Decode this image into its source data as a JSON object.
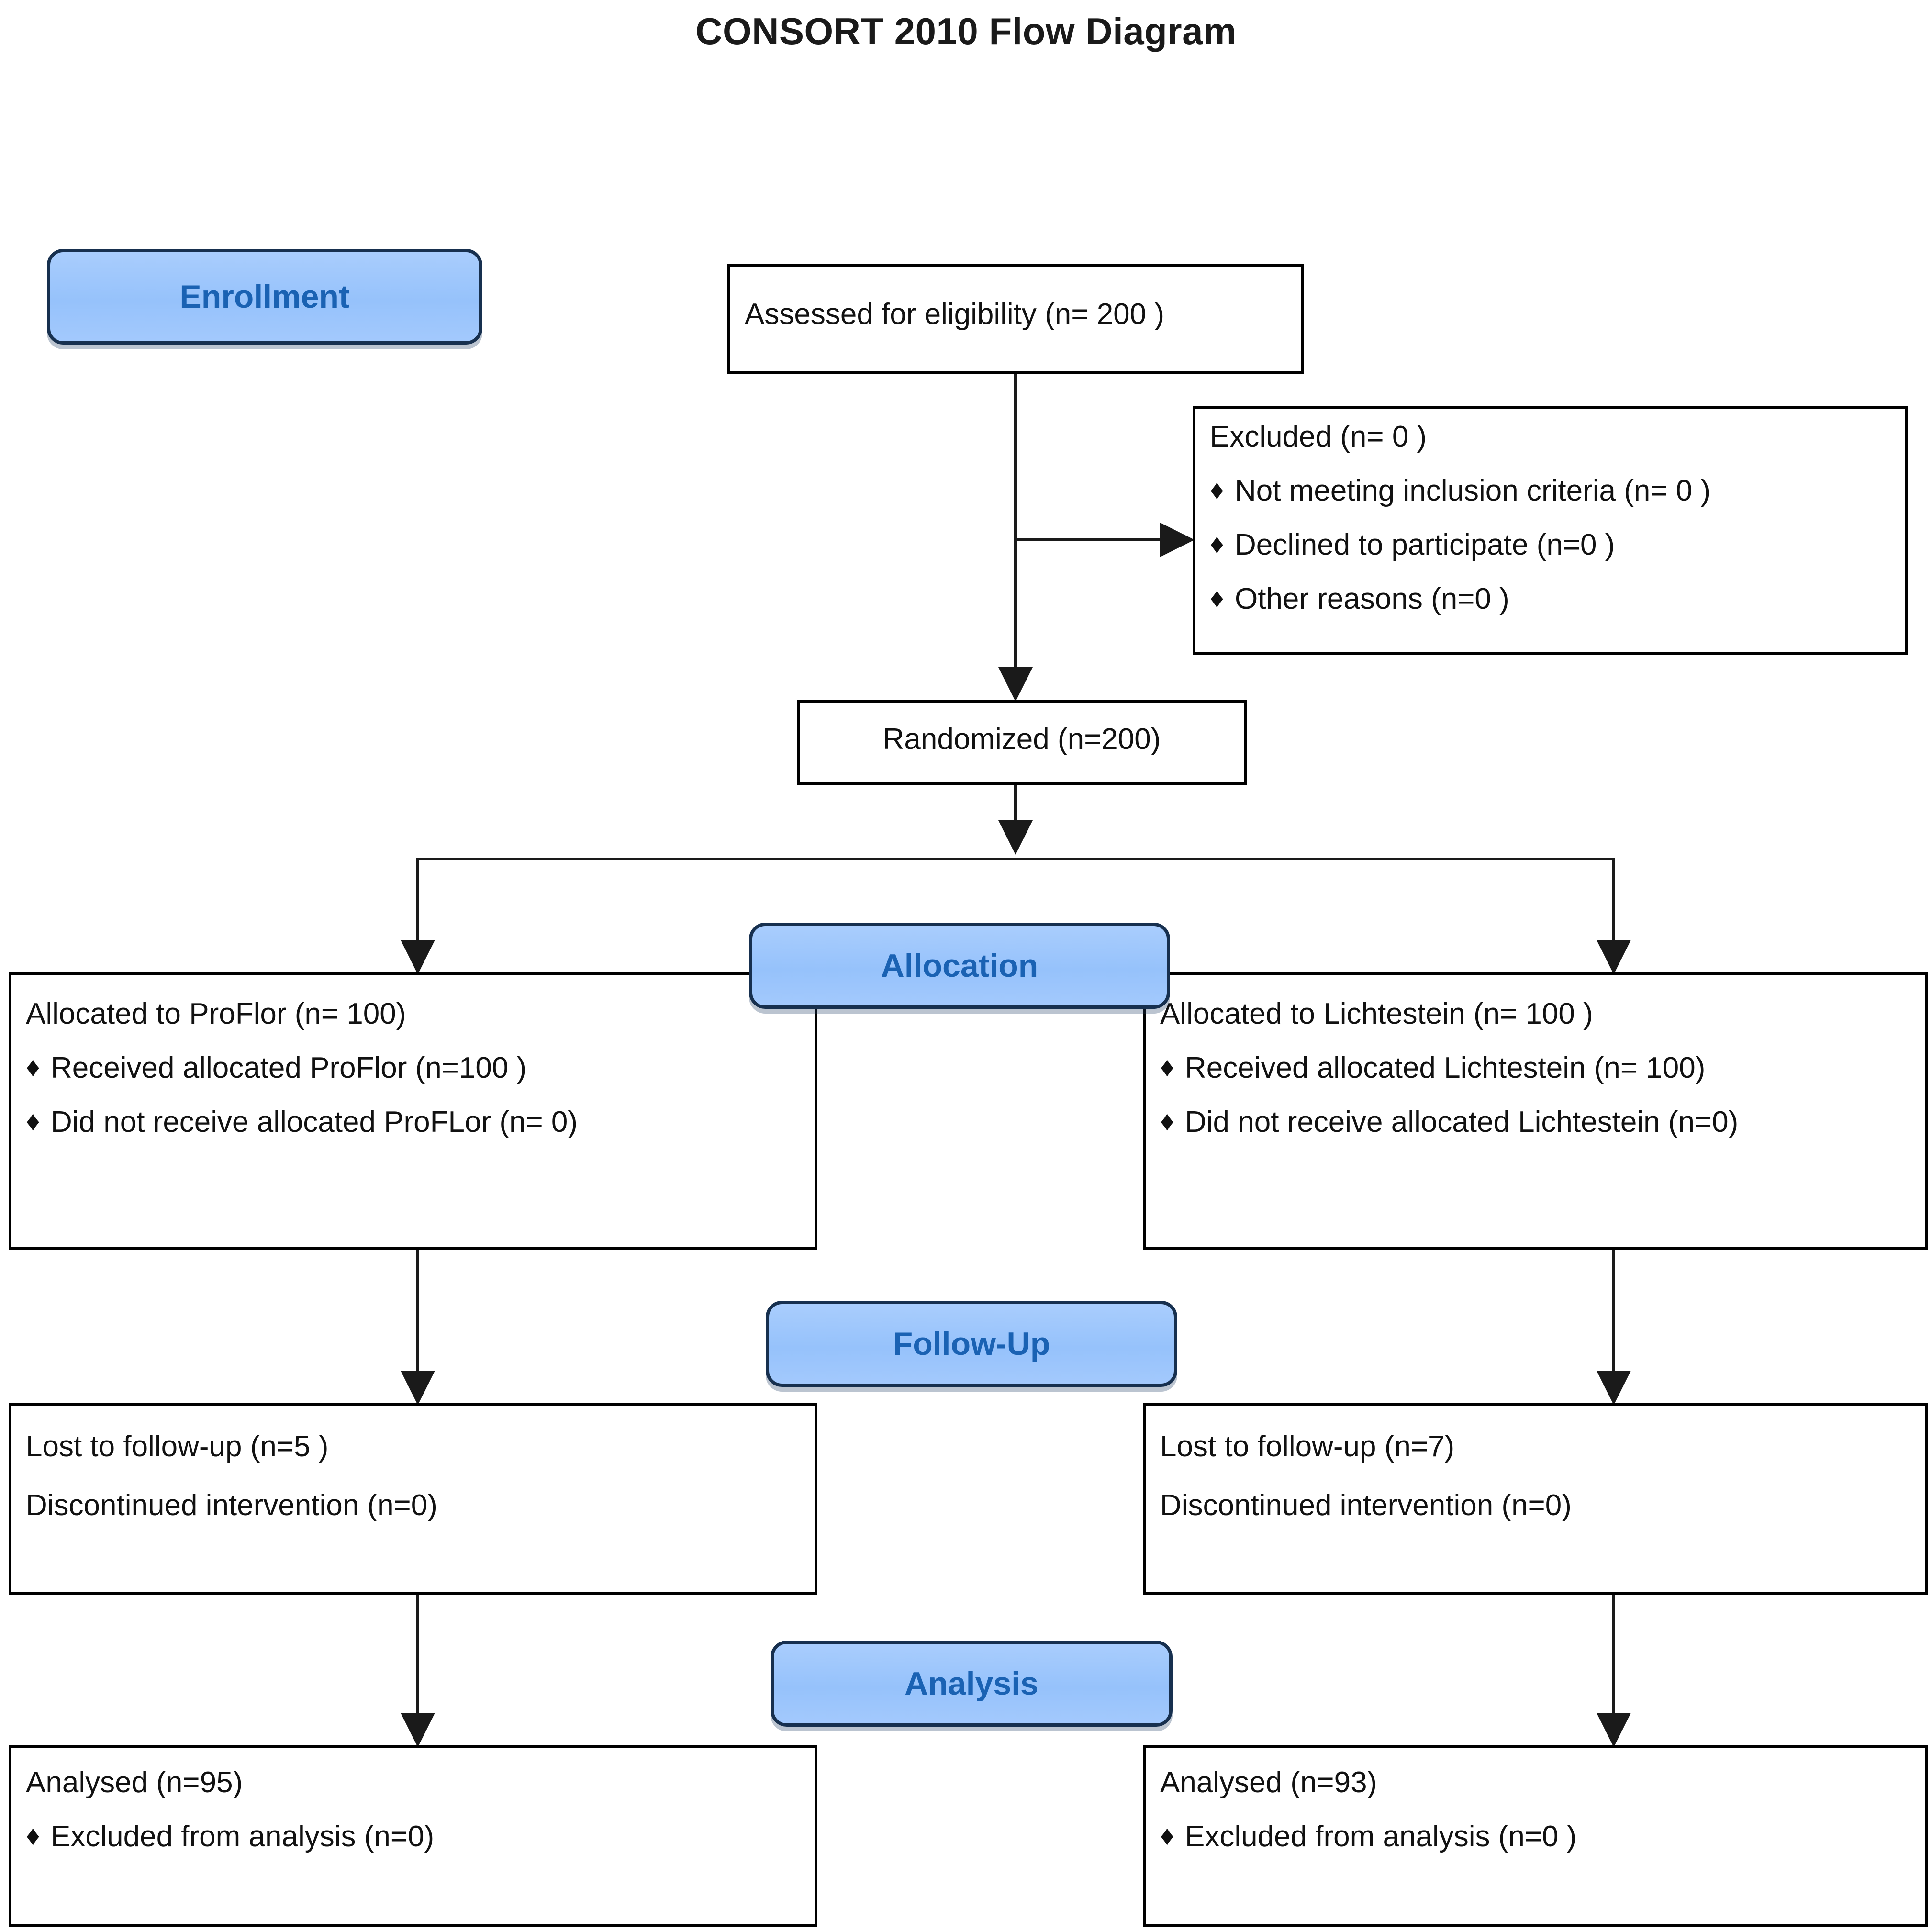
{
  "title": "CONSORT 2010 Flow Diagram",
  "colors": {
    "badge_fill": "#99C4FB",
    "badge_text": "#1A62B3",
    "badge_border": "#17304F",
    "box_border": "#000000",
    "text": "#111111",
    "connector": "#1A1A1A"
  },
  "stages": {
    "enrollment": "Enrollment",
    "allocation": "Allocation",
    "follow_up": "Follow-Up",
    "analysis": "Analysis"
  },
  "nodes": {
    "assessed": {
      "text": "Assessed  for eligibility (n= 200 )"
    },
    "excluded": {
      "heading": "Excluded  (n= 0 )",
      "bullet_glyph": "♦",
      "items": [
        "Not meeting  inclusion  criteria (n= 0 )",
        "Declined to participate (n=0  )",
        "Other reasons  (n=0  )"
      ]
    },
    "randomized": {
      "text": "Randomized (n=200)"
    },
    "alloc_left": {
      "heading": "Allocated to ProFlor (n= 100)",
      "bullet_glyph": "♦",
      "items": [
        "Received allocated ProFlor (n=100 )",
        "Did not receive allocated ProFLor (n= 0)"
      ]
    },
    "alloc_right": {
      "heading": "Allocated to Lichtestein (n= 100 )",
      "bullet_glyph": "♦",
      "items": [
        "Received allocated Lichtestein  (n= 100)",
        "Did not receive allocated Lichtestein (n=0)"
      ]
    },
    "follow_left": {
      "line1": "Lost to follow-up (n=5 )",
      "line2": "Discontinued intervention (n=0)"
    },
    "follow_right": {
      "line1": "Lost to follow-up (n=7)",
      "line2": "Discontinued intervention (n=0)"
    },
    "analysis_left": {
      "heading": "Analysed  (n=95)",
      "bullet_glyph": "♦",
      "items": [
        "Excluded from analysis (n=0)"
      ]
    },
    "analysis_right": {
      "heading": "Analysed  (n=93)",
      "bullet_glyph": "♦",
      "items": [
        "Excluded from analysis (n=0 )"
      ]
    }
  }
}
